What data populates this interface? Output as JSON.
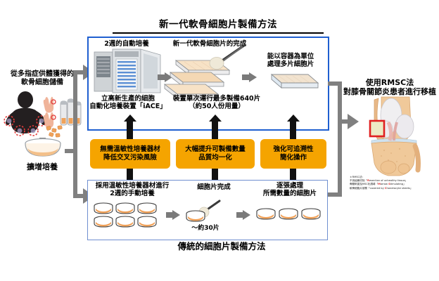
{
  "titles": {
    "new_method": "新一代軟骨細胞片製備方法",
    "old_method": "傳統的細胞片製備方法"
  },
  "left_column": {
    "source_label": "從多指症供體獲得的\n軟骨細胞儲備",
    "expansion_label": "擴增培養",
    "icon_donor": "donor-silhouette-icon",
    "icon_hand": "hand-polydactyly-icon",
    "icon_vials": "cryovial-rack-icon",
    "icon_dish": "culture-dish-icon"
  },
  "new_method": {
    "step1_label": "2週的自動培養",
    "step2_label": "新一代軟骨細胞片的完成",
    "step3_label": "能以容器為單位\n處理多片細胞片",
    "caption_device": "立高新生產的細胞\n自動化培養裝置「iACE」",
    "caption_capacity": "裝置單次運行最多製備640片\n（約50人份用量）",
    "capacity_sheets": 640,
    "capacity_patients": 50,
    "icon_incubator": "automated-incubator-photo",
    "icon_tray_stack": "stacked-culture-tray-icon",
    "icon_tray_single": "single-culture-tray-icon",
    "icon_forceps": "forceps-icon"
  },
  "benefits": [
    {
      "id": "benefit-1",
      "text": "無需溫敏性培養器材\n降低交叉污染風險"
    },
    {
      "id": "benefit-2",
      "text": "大幅提升可製備數量\n品質均一化"
    },
    {
      "id": "benefit-3",
      "text": "強化可追溯性\n簡化操作"
    }
  ],
  "old_method": {
    "step1_label": "採用溫敏性培養器材進行\n2週的手動培養",
    "step2_label": "細胞片完成",
    "step3_label": "逐張處理\n所需數量的細胞片",
    "count_label": "～約30片",
    "count_sheets": 30,
    "icon_dish_grid": "petri-dish-grid-icon",
    "icon_forceps": "forceps-icon"
  },
  "right_column": {
    "title": "使用RMSC法\n對膝骨關節炎患者進行移植",
    "icon_knee": "knee-joint-anatomy-illustration",
    "icon_highlight": "lesion-highlight-box",
    "footnote_lines": [
      "＊RMSC法：",
      "不良組織切除「Resection of unhealthy tissue」",
      "骨髓刺激及MSC化誘導「Marrow Stimulating」",
      "軟骨細胞片被覆「covered by Chondrocyte sheets」"
    ],
    "footnote_highlights": [
      "R",
      "M",
      "S",
      "C"
    ]
  },
  "colors": {
    "frame_blue": "#1f5fd0",
    "frame_blue_light": "#6f8fd0",
    "benefit_orange": "#f5a400",
    "arrow_gray": "#808080",
    "connector_black": "#111111",
    "highlight_red": "#e02020"
  }
}
